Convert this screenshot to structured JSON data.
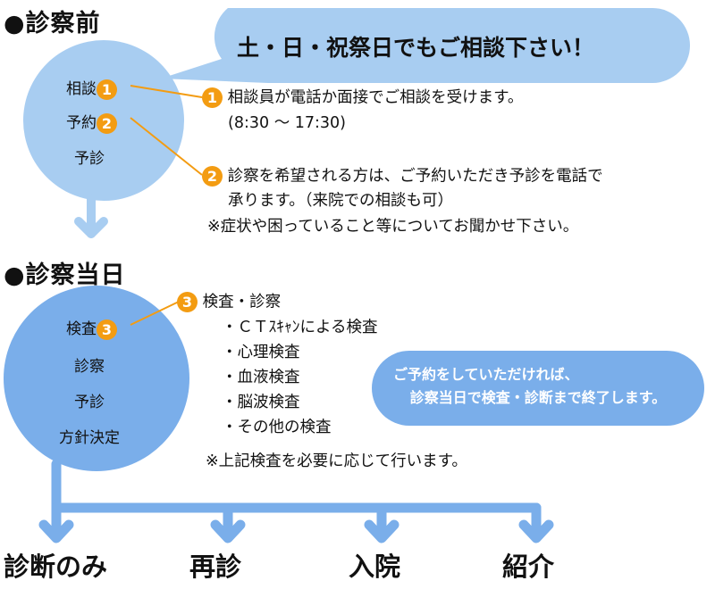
{
  "section1": {
    "title": "●診察前"
  },
  "banner": {
    "text": "土・日・祝祭日でもご相談下さい！"
  },
  "circle1": {
    "items": [
      {
        "label": "相談",
        "num": "1"
      },
      {
        "label": "予約",
        "num": "2"
      },
      {
        "label": "予診"
      }
    ]
  },
  "note1": {
    "num": "1",
    "line1": "相談員が電話か面接でご相談を受けます。",
    "line2": "(8:30 〜 17:30)"
  },
  "note2": {
    "num": "2",
    "line1": "診察を希望される方は、ご予約いただき予診を電話で",
    "line2": "承ります。（来院での相談も可）",
    "line3": "※症状や困っていること等についてお聞かせ下さい。"
  },
  "section2": {
    "title": "●診察当日"
  },
  "circle2": {
    "items": [
      {
        "label": "検査",
        "num": "3"
      },
      {
        "label": "診察"
      },
      {
        "label": "予診"
      },
      {
        "label": "方針決定"
      }
    ]
  },
  "note3": {
    "num": "3",
    "title": "検査・診察",
    "list": [
      "・ＣＴｽｷｬﾝによる検査",
      "・心理検査",
      "・血液検査",
      "・脳波検査",
      "・その他の検査"
    ],
    "footer": "※上記検査を必要に応じて行います。"
  },
  "pill": {
    "line1": "ご予約をしていただければ、",
    "line2": "診察当日で検査・診断まで終了します。"
  },
  "outcomes": [
    "診断のみ",
    "再診",
    "入院",
    "紹介"
  ],
  "colors": {
    "light_blue": "#a8cdf1",
    "mid_blue": "#7aaeea",
    "orange": "#f39c12"
  }
}
